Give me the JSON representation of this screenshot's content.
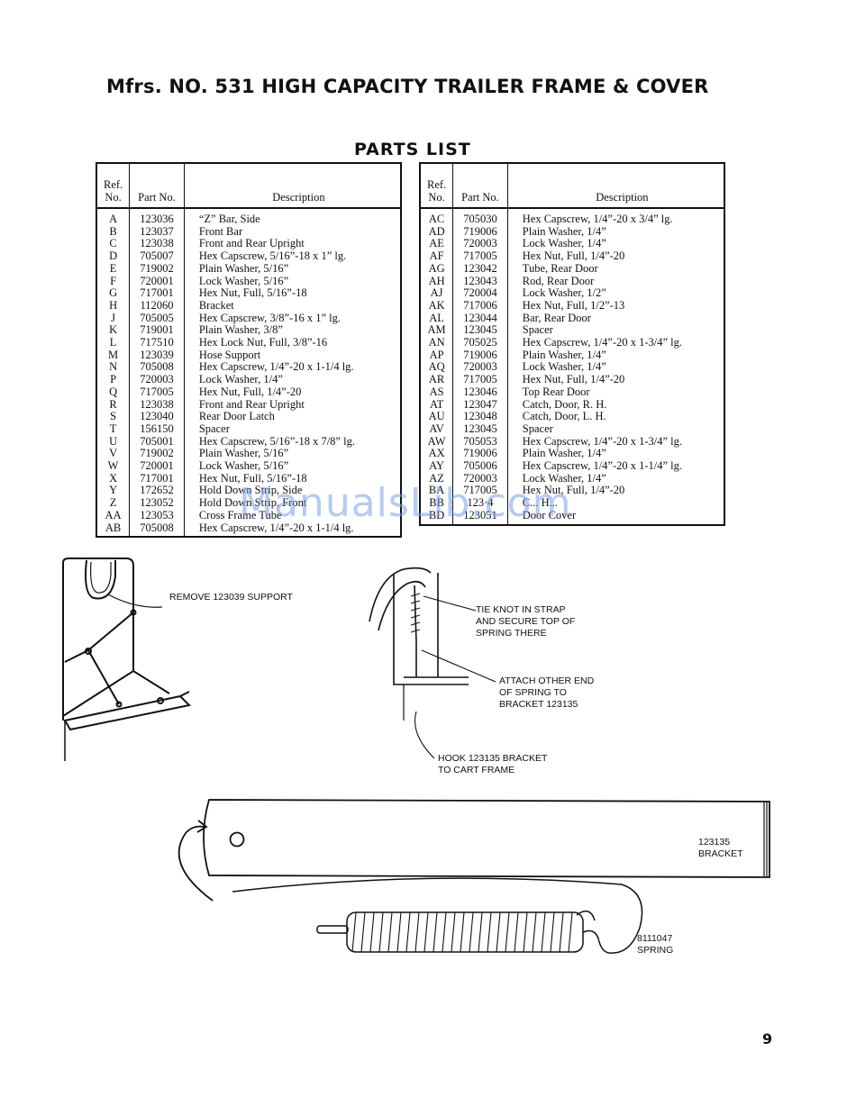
{
  "page": {
    "title": "Mfrs. NO. 531 HIGH CAPACITY TRAILER FRAME & COVER",
    "parts_list_title": "PARTS LIST",
    "page_number": "9",
    "watermark": "ManualsLib.com"
  },
  "table": {
    "headers": {
      "ref": "Ref. No.",
      "part": "Part No.",
      "description": "Description"
    },
    "left_rows": [
      {
        "ref": "A",
        "part": "123036",
        "desc": "“Z” Bar, Side"
      },
      {
        "ref": "B",
        "part": "123037",
        "desc": "Front Bar"
      },
      {
        "ref": "C",
        "part": "123038",
        "desc": "Front and Rear Upright"
      },
      {
        "ref": "D",
        "part": "705007",
        "desc": "Hex Capscrew, 5/16”-18 x 1” lg."
      },
      {
        "ref": "E",
        "part": "719002",
        "desc": "Plain Washer, 5/16”"
      },
      {
        "ref": "F",
        "part": "720001",
        "desc": "Lock Washer, 5/16”"
      },
      {
        "ref": "G",
        "part": "717001",
        "desc": "Hex Nut, Full, 5/16”-18"
      },
      {
        "ref": "H",
        "part": "112060",
        "desc": "Bracket"
      },
      {
        "ref": "J",
        "part": "705005",
        "desc": "Hex Capscrew, 3/8”-16 x 1” lg."
      },
      {
        "ref": "K",
        "part": "719001",
        "desc": "Plain Washer, 3/8”"
      },
      {
        "ref": "L",
        "part": "717510",
        "desc": "Hex Lock Nut, Full, 3/8”-16"
      },
      {
        "ref": "M",
        "part": "123039",
        "desc": "Hose Support"
      },
      {
        "ref": "N",
        "part": "705008",
        "desc": "Hex Capscrew, 1/4”-20 x 1-1/4 lg."
      },
      {
        "ref": "P",
        "part": "720003",
        "desc": "Lock Washer, 1/4”"
      },
      {
        "ref": "Q",
        "part": "717005",
        "desc": "Hex Nut, Full, 1/4”-20"
      },
      {
        "ref": "R",
        "part": "123038",
        "desc": "Front and Rear Upright"
      },
      {
        "ref": "S",
        "part": "123040",
        "desc": "Rear Door Latch"
      },
      {
        "ref": "T",
        "part": "156150",
        "desc": "Spacer"
      },
      {
        "ref": "U",
        "part": "705001",
        "desc": "Hex Capscrew, 5/16”-18 x 7/8” lg."
      },
      {
        "ref": "V",
        "part": "719002",
        "desc": "Plain Washer, 5/16”"
      },
      {
        "ref": "W",
        "part": "720001",
        "desc": "Lock Washer, 5/16”"
      },
      {
        "ref": "X",
        "part": "717001",
        "desc": "Hex Nut, Full, 5/16”-18"
      },
      {
        "ref": "Y",
        "part": "172652",
        "desc": "Hold Down Strip, Side"
      },
      {
        "ref": "Z",
        "part": "123052",
        "desc": "Hold Down Strip, Front"
      },
      {
        "ref": "AA",
        "part": "123053",
        "desc": "Cross Frame Tube"
      },
      {
        "ref": "AB",
        "part": "705008",
        "desc": "Hex Capscrew, 1/4”-20 x 1-1/4 lg."
      }
    ],
    "right_rows": [
      {
        "ref": "AC",
        "part": "705030",
        "desc": "Hex Capscrew, 1/4”-20 x 3/4” lg."
      },
      {
        "ref": "AD",
        "part": "719006",
        "desc": "Plain Washer, 1/4”"
      },
      {
        "ref": "AE",
        "part": "720003",
        "desc": "Lock Washer, 1/4”"
      },
      {
        "ref": "AF",
        "part": "717005",
        "desc": "Hex Nut, Full, 1/4”-20"
      },
      {
        "ref": "AG",
        "part": "123042",
        "desc": "Tube, Rear Door"
      },
      {
        "ref": "AH",
        "part": "123043",
        "desc": "Rod, Rear Door"
      },
      {
        "ref": "AJ",
        "part": "720004",
        "desc": "Lock Washer, 1/2”"
      },
      {
        "ref": "AK",
        "part": "717006",
        "desc": "Hex Nut, Full, 1/2”-13"
      },
      {
        "ref": "AL",
        "part": "123044",
        "desc": "Bar, Rear Door"
      },
      {
        "ref": "AM",
        "part": "123045",
        "desc": "Spacer"
      },
      {
        "ref": "AN",
        "part": "705025",
        "desc": "Hex Capscrew, 1/4”-20 x 1-3/4” lg."
      },
      {
        "ref": "AP",
        "part": "719006",
        "desc": "Plain Washer, 1/4”"
      },
      {
        "ref": "AQ",
        "part": "720003",
        "desc": "Lock Washer, 1/4”"
      },
      {
        "ref": "AR",
        "part": "717005",
        "desc": "Hex Nut, Full, 1/4”-20"
      },
      {
        "ref": "AS",
        "part": "123046",
        "desc": "Top Rear Door"
      },
      {
        "ref": "AT",
        "part": "123047",
        "desc": "Catch, Door, R. H."
      },
      {
        "ref": "AU",
        "part": "123048",
        "desc": "Catch, Door, L. H."
      },
      {
        "ref": "AV",
        "part": "123045",
        "desc": "Spacer"
      },
      {
        "ref": "AW",
        "part": "705053",
        "desc": "Hex Capscrew, 1/4”-20 x 1-3/4” lg."
      },
      {
        "ref": "AX",
        "part": "719006",
        "desc": "Plain Washer, 1/4”"
      },
      {
        "ref": "AY",
        "part": "705006",
        "desc": "Hex Capscrew, 1/4”-20 x 1-1/4” lg."
      },
      {
        "ref": "AZ",
        "part": "720003",
        "desc": "Lock Washer, 1/4”"
      },
      {
        "ref": "BA",
        "part": "717005",
        "desc": "Hex Nut, Full, 1/4”-20"
      },
      {
        "ref": "BB",
        "part": "123·4",
        "desc": "C... H..."
      },
      {
        "ref": "BD",
        "part": "123051",
        "desc": "Door Cover"
      }
    ]
  },
  "figures": {
    "remove_support": "REMOVE 123039 SUPPORT",
    "tie_knot_1": "TIE KNOT IN STRAP",
    "tie_knot_2": "AND SECURE TOP OF",
    "tie_knot_3": "SPRING THERE",
    "attach_1": "ATTACH OTHER END",
    "attach_2": "OF SPRING TO",
    "attach_3": "BRACKET 123135",
    "hook_1": "HOOK 123135 BRACKET",
    "hook_2": "TO CART FRAME",
    "bracket_num": "123135",
    "bracket_name": "BRACKET",
    "spring_num": "8111047",
    "spring_name": "SPRING"
  }
}
